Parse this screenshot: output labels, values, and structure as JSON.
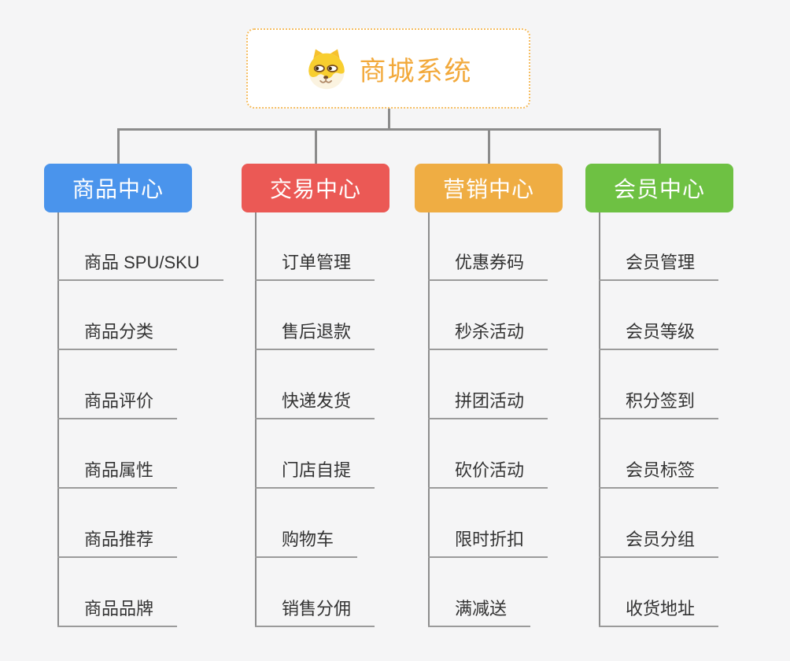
{
  "root": {
    "title": "商城系统",
    "icon": "shiba-dog-icon",
    "title_color": "#f2a93b",
    "border_color": "#f5bd62"
  },
  "connector_color": "#8c8c8c",
  "background_color": "#f5f5f6",
  "leaf_text_color": "#333333",
  "leaf_underline_color": "#9b9b9b",
  "branches": [
    {
      "label": "商品中心",
      "color": "#4a94ec",
      "items": [
        "商品 SPU/SKU",
        "商品分类",
        "商品评价",
        "商品属性",
        "商品推荐",
        "商品品牌"
      ]
    },
    {
      "label": "交易中心",
      "color": "#eb5955",
      "items": [
        "订单管理",
        "售后退款",
        "快递发货",
        "门店自提",
        "购物车",
        "销售分佣"
      ]
    },
    {
      "label": "营销中心",
      "color": "#efad43",
      "items": [
        "优惠券码",
        "秒杀活动",
        "拼团活动",
        "砍价活动",
        "限时折扣",
        "满减送"
      ]
    },
    {
      "label": "会员中心",
      "color": "#6ec143",
      "items": [
        "会员管理",
        "会员等级",
        "积分签到",
        "会员标签",
        "会员分组",
        "收货地址"
      ]
    }
  ]
}
